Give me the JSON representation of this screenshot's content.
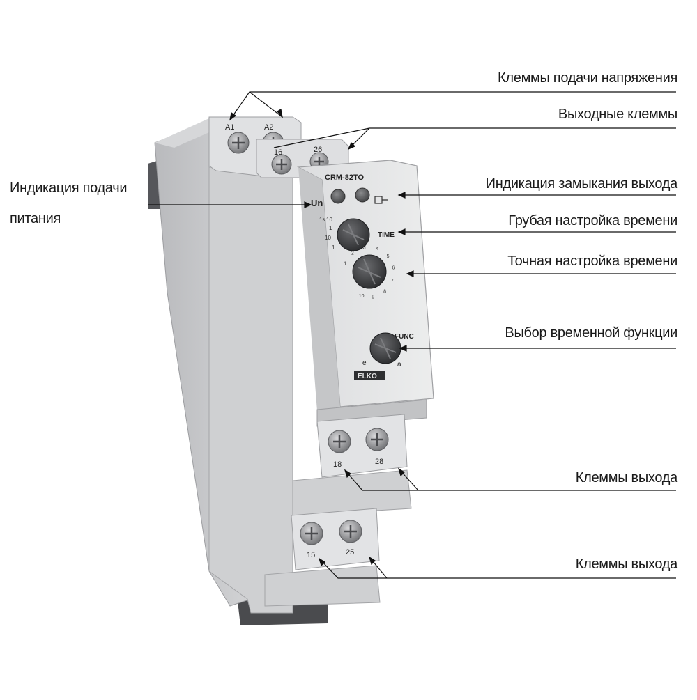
{
  "labels": {
    "supply_terminals": "Клеммы подачи напряжения",
    "output_terminals_top": "Выходные клеммы",
    "power_indication_line1": "Индикация подачи",
    "power_indication_line2": "питания",
    "output_closure_indication": "Индикация замыкания выхода",
    "coarse_time": "Грубая настройка времени",
    "fine_time": "Точная настройка времени",
    "function_select": "Выбор временной функции",
    "output_terminals_mid": "Клеммы выхода",
    "output_terminals_bottom": "Клеммы выхода"
  },
  "device": {
    "model": "CRM-82TO",
    "un_label": "Un",
    "time_label": "TIME",
    "func_label": "FUNC",
    "brand": "ELKO",
    "func_e": "e",
    "func_a": "a",
    "coarse_scale": [
      "1s",
      "10",
      "1",
      "10",
      "1"
    ],
    "fine_scale": [
      "1",
      "2",
      "3",
      "4",
      "5",
      "6",
      "7",
      "8",
      "9",
      "10"
    ],
    "terminals": {
      "a1": "A1",
      "a2": "A2",
      "t16": "16",
      "t26": "26",
      "t18": "18",
      "t28": "28",
      "t15": "15",
      "t25": "25"
    }
  },
  "colors": {
    "housing": "#c9cacc",
    "housing_dark": "#a9abae",
    "front_panel": "#e4e5e6",
    "knob": "#3a3b3d",
    "led": "#5e5f60",
    "line": "#111111"
  }
}
